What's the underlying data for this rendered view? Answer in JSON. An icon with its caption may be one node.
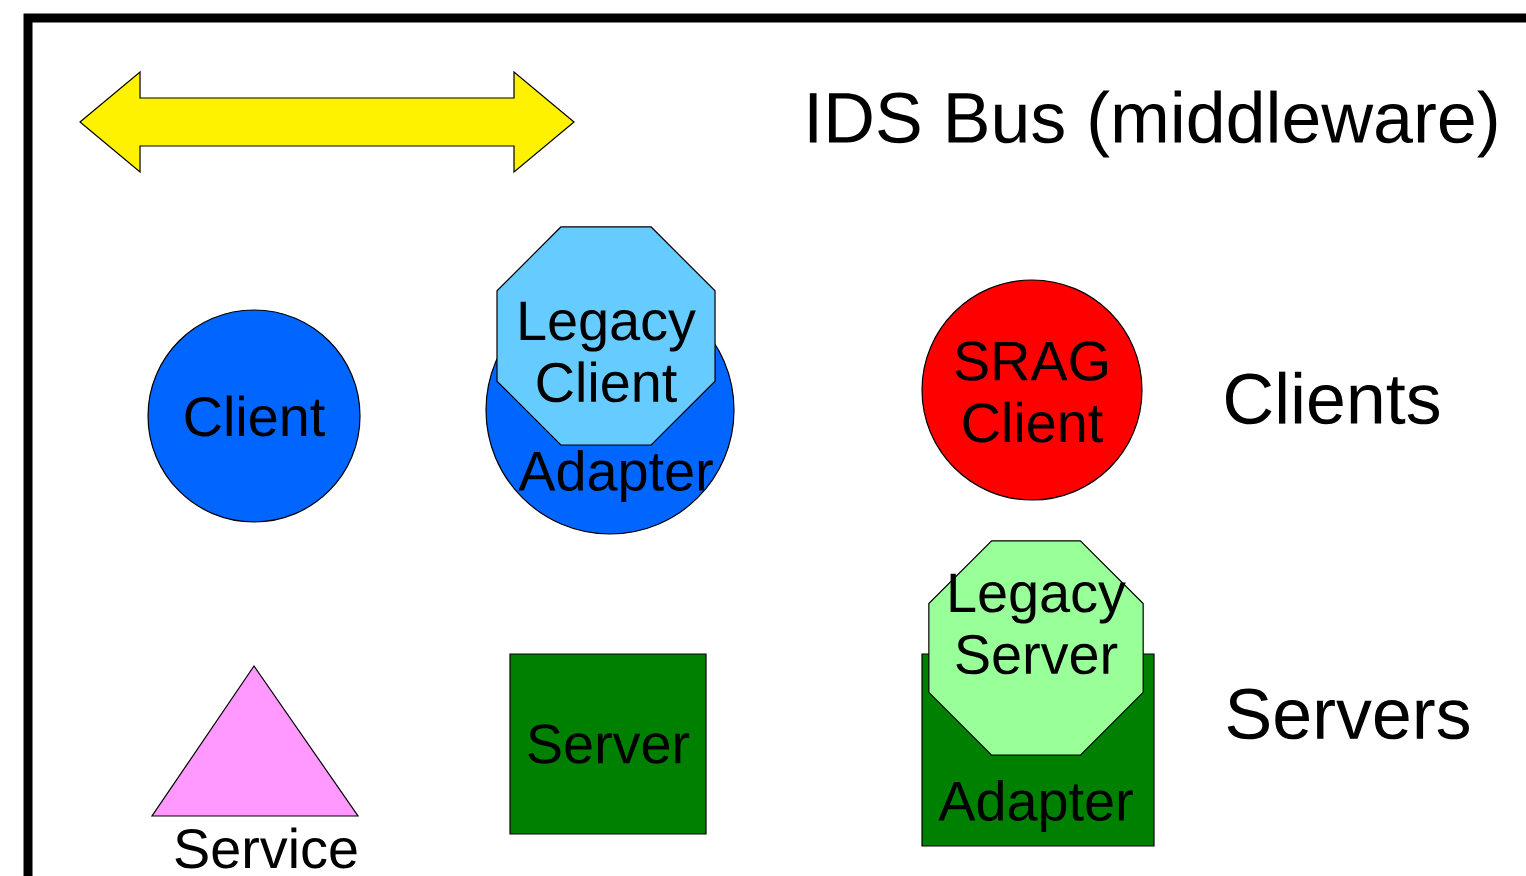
{
  "diagram": {
    "nodes": [
      {
        "text": [
          "Client"
        ]
      },
      {
        "text": [
          "Adapter"
        ]
      },
      {
        "text": [
          "Legacy Client"
        ]
      },
      {
        "text": [
          "SRAG Client"
        ]
      },
      {
        "text": [
          "Service"
        ]
      },
      {
        "text": [
          "Server"
        ]
      },
      {
        "text": [
          "Adapter"
        ]
      },
      {
        "text": [
          "Legacy Server"
        ]
      }
    ],
    "labels": [
      "IDS Bus (middleware)",
      "Clients",
      "Servers"
    ]
  }
}
